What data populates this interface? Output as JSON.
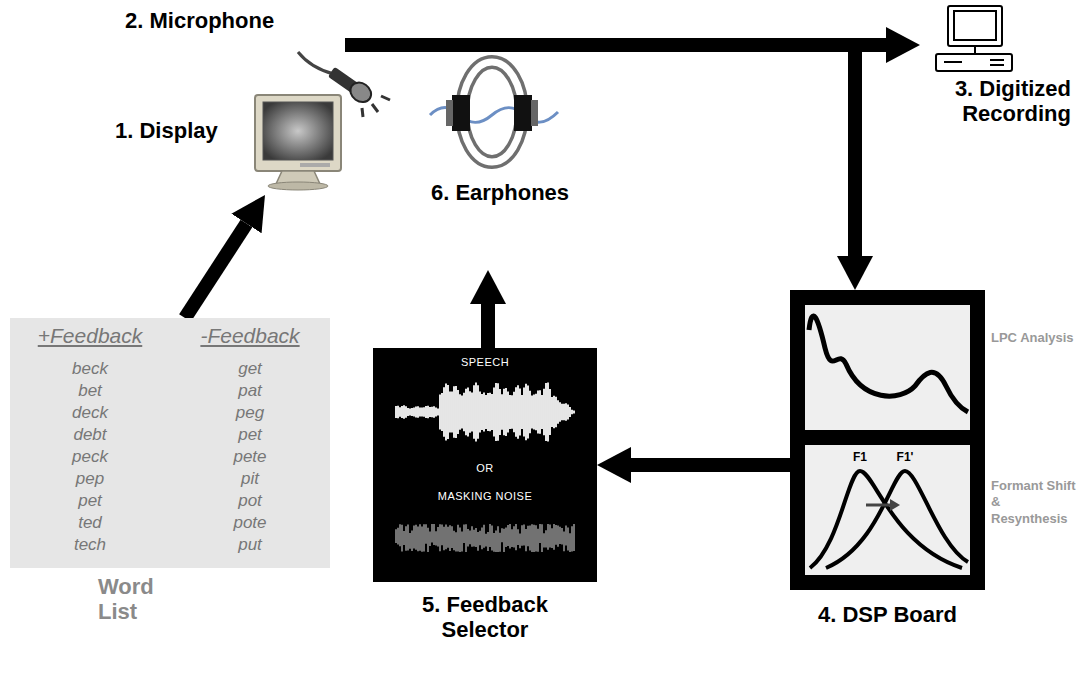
{
  "diagram": {
    "nodes": [
      {
        "text": [
          "1. Display"
        ]
      },
      {
        "text": [
          "2. Microphone"
        ]
      },
      {
        "text": [
          "3. Digitized Recording"
        ]
      },
      {
        "text": [
          "4. DSP Board"
        ]
      },
      {
        "text": [
          "5. Feedback Selector"
        ]
      },
      {
        "text": [
          "6. Earphones"
        ]
      },
      {
        "text": [
          "Word List"
        ]
      }
    ],
    "edges": [
      {
        "from": 6,
        "to": 0,
        "arrow": "to"
      },
      {
        "from": 1,
        "to": 2,
        "arrow": "to"
      },
      {
        "from": 1,
        "to": 3,
        "arrow": "to"
      },
      {
        "from": 3,
        "to": 4,
        "arrow": "to"
      },
      {
        "from": 4,
        "to": 5,
        "arrow": "to"
      }
    ],
    "labels": [
      "+Feedback",
      "beck",
      "bet",
      "deck",
      "debt",
      "peck",
      "pep",
      "pet",
      "ted",
      "tech",
      "-Feedback",
      "get",
      "pat",
      "peg",
      "pet",
      "pete",
      "pit",
      "pot",
      "pote",
      "put",
      "SPEECH",
      "OR",
      "MASKING NOISE",
      "F1",
      "F1'",
      "LPC Analysis",
      "Formant Shift & Resynthesis"
    ]
  }
}
